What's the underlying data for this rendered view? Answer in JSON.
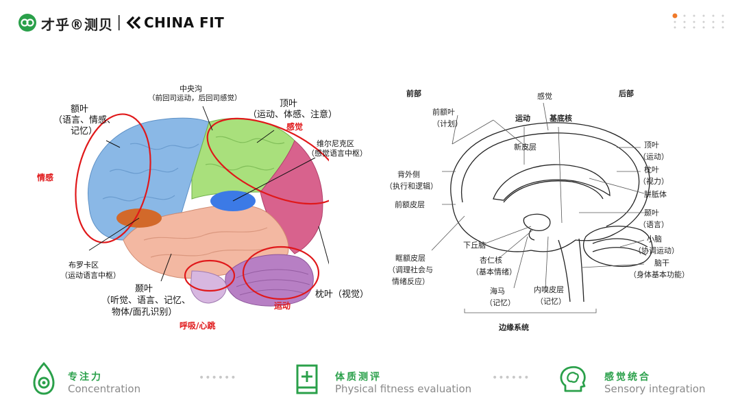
{
  "header": {
    "brand_cn": "才乎®测贝",
    "separator": "|",
    "brand_en": "CHINA FIT",
    "logo_icon": "cb-logo-icon",
    "accent": "#2aa04a"
  },
  "left_diagram": {
    "labels": {
      "central_sulcus": "中央沟",
      "central_sulcus_desc": "（前回司运动，后回司感觉）",
      "frontal": "额叶",
      "frontal_desc1": "（语言、情感、",
      "frontal_desc2": "记忆）",
      "parietal": "顶叶",
      "parietal_desc": "（运动、体感、注意）",
      "wernicke": "维尔尼克区",
      "wernicke_desc": "（感觉语言中枢）",
      "broca": "布罗卡区",
      "broca_desc": "（运动语言中枢）",
      "temporal": "颞叶",
      "temporal_desc1": "（听觉、语言、记忆、",
      "temporal_desc2": "物体/面孔识别）",
      "occipital": "枕叶（视觉）"
    },
    "red_labels": {
      "emotion": "情感",
      "sensation": "感觉",
      "breath_heart": "呼吸/心跳",
      "movement": "运动"
    }
  },
  "right_diagram": {
    "front": "前部",
    "back": "后部",
    "sensation": "感觉",
    "movement": "运动",
    "basal_ganglia": "基底核",
    "neocortex": "新皮层",
    "prefrontal_leaf": "前额叶",
    "plan": "（计划）",
    "dorsolateral": "背外侧",
    "exec_logic": "（执行和逻辑）",
    "prefrontal_cortex": "前额皮层",
    "hypothalamus": "下丘脑",
    "orbitofrontal": "眶额皮层",
    "orbito_desc1": "（调理社会与",
    "orbito_desc2": "情绪反应）",
    "amygdala": "杏仁核",
    "amygdala_desc": "（基本情绪）",
    "hippocampus": "海马",
    "hippo_desc": "（记忆）",
    "entorhinal": "内嗅皮层",
    "entorhinal_desc": "（记忆）",
    "limbic": "边缘系统",
    "parietal": "顶叶",
    "parietal_desc": "（运动）",
    "occipital": "枕叶",
    "occipital_desc": "（视力）",
    "corpus_callosum": "胼胝体",
    "temporal": "颞叶",
    "temporal_desc": "（语言）",
    "cerebellum": "小脑",
    "cerebellum_desc": "（协调运动）",
    "brainstem": "脑干",
    "brainstem_desc": "（身体基本功能）"
  },
  "features": [
    {
      "icon": "concentration-icon",
      "cn": "专注力",
      "en": "Concentration"
    },
    {
      "icon": "fitness-book-icon",
      "cn": "体质测评",
      "en": "Physical fitness evaluation"
    },
    {
      "icon": "brain-head-icon",
      "cn": "感觉统合",
      "en": "Sensory integration"
    }
  ],
  "separator_dots": "••••••"
}
